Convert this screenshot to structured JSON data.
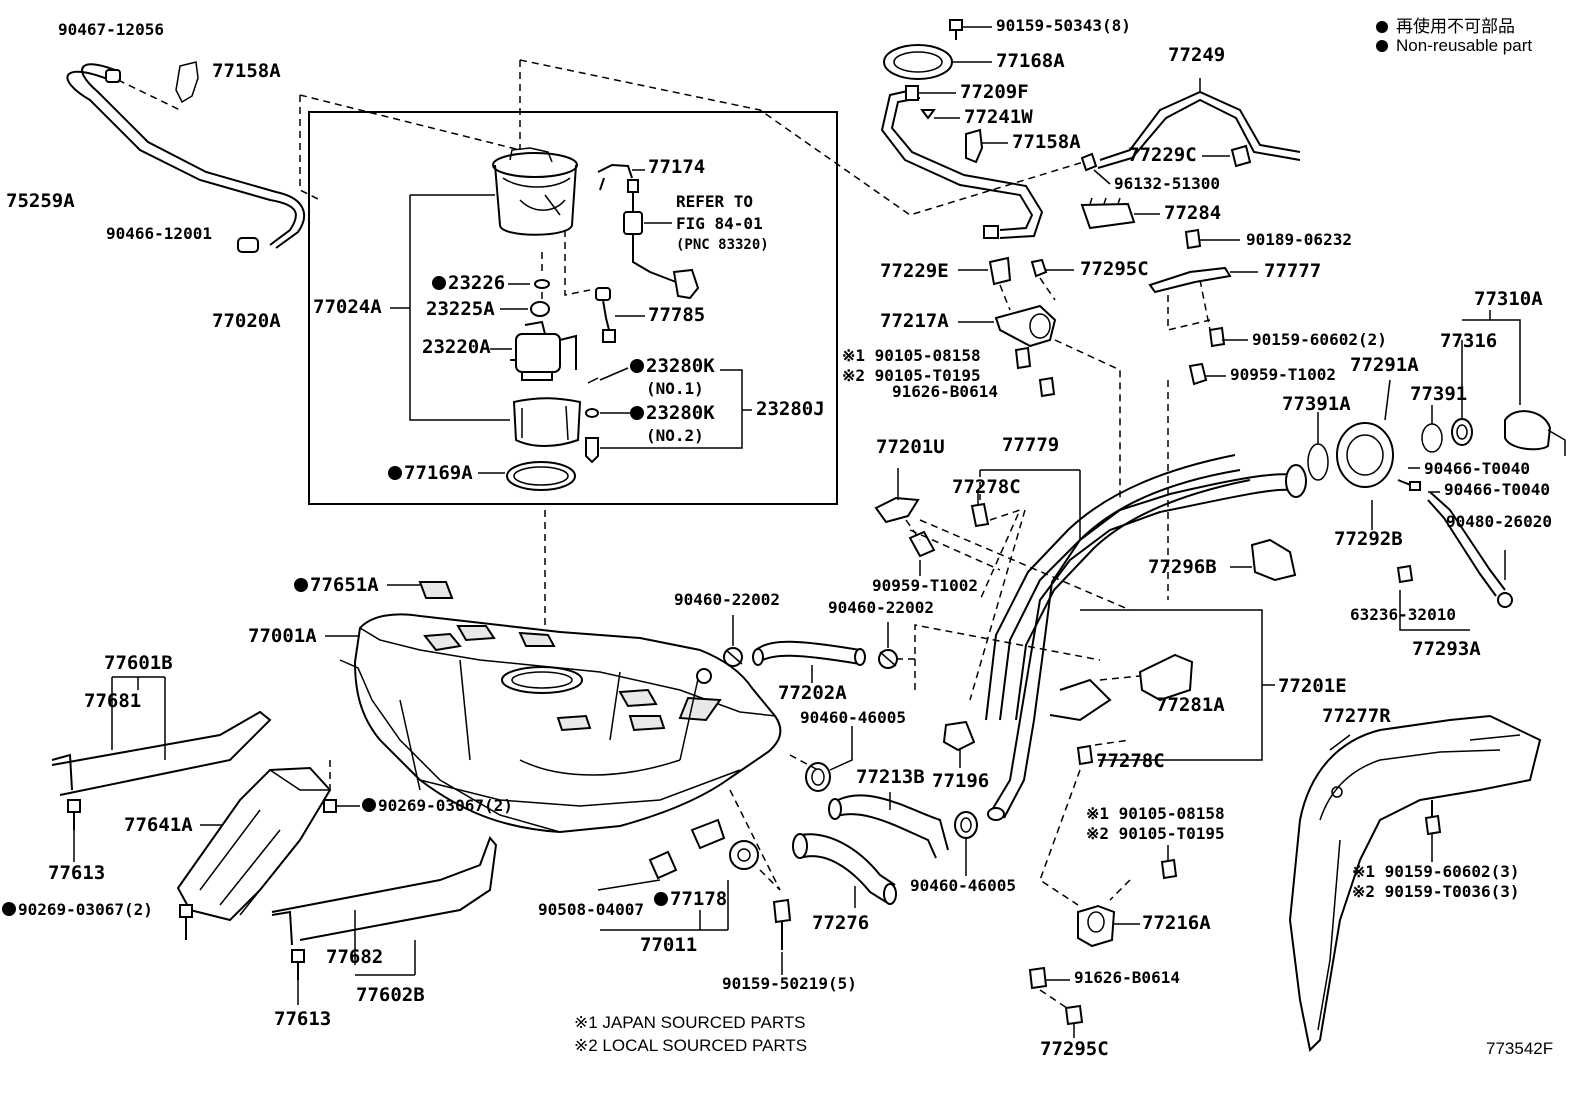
{
  "legend": {
    "jp": "再使用不可部品",
    "en": "Non-reusable part"
  },
  "footnotes": {
    "j1": "※1 JAPAN SOURCED PARTS",
    "j2": "※2 LOCAL SOURCED PARTS"
  },
  "figure_id": "773542F",
  "refer": {
    "line1": "REFER TO",
    "line2": "FIG 84-01",
    "line3": "(PNC 83320)"
  },
  "labels": {
    "p9046712056": "90467-12056",
    "p77158A_1": "77158A",
    "p75259A": "75259A",
    "p9046612001": "90466-12001",
    "p77020A": "77020A",
    "p77024A": "77024A",
    "p77174": "77174",
    "p23226": "23226",
    "p23225A": "23225A",
    "p23220A": "23220A",
    "p77785": "77785",
    "p23280K_1": "23280K",
    "p23280K_1n": "(NO.1)",
    "p23280K_2": "23280K",
    "p23280K_2n": "(NO.2)",
    "p23280J": "23280J",
    "p77169A": "77169A",
    "p9015950343": "90159-50343(8)",
    "p77168A": "77168A",
    "p77209F": "77209F",
    "p77241W": "77241W",
    "p77158A_2": "77158A",
    "p77249": "77249",
    "p77229C": "77229C",
    "p9613251300": "96132-51300",
    "p77284": "77284",
    "p9018906232": "90189-06232",
    "p77229E": "77229E",
    "p77295C_1": "77295C",
    "p77777": "77777",
    "p77217A": "77217A",
    "p9010508158_1": "※1 90105-08158",
    "p90105T0195_1": "※2 90105-T0195",
    "p91626B0614_1": "91626-B0614",
    "p9015960602": "90159-60602(2)",
    "p90959T1002_1": "90959-T1002",
    "p77310A": "77310A",
    "p77316": "77316",
    "p77291A": "77291A",
    "p77391": "77391",
    "p77391A": "77391A",
    "p90466T0040_1": "90466-T0040",
    "p90466T0040_2": "90466-T0040",
    "p77292B": "77292B",
    "p9048026020": "90480-26020",
    "p6323632010": "63236-32010",
    "p77293A": "77293A",
    "p77201U": "77201U",
    "p77779": "77779",
    "p77278C_1": "77278C",
    "p90959T1002_2": "90959-T1002",
    "p77296B": "77296B",
    "p77651A": "77651A",
    "p77001A": "77001A",
    "p9046022002_1": "90460-22002",
    "p9046022002_2": "90460-22002",
    "p77202A": "77202A",
    "p77281A": "77281A",
    "p77201E": "77201E",
    "p77601B": "77601B",
    "p77681": "77681",
    "p9046046005_1": "90460-46005",
    "p77196": "77196",
    "p77278C_2": "77278C",
    "p77277R": "77277R",
    "p77213B": "77213B",
    "p77641A": "77641A",
    "p9026903067_1": "90269-03067(2)",
    "p77613_1": "77613",
    "p9026903067_2": "90269-03067(2)",
    "p9010508158_2": "※1 90105-08158",
    "p90105T0195_2": "※2 90105-T0195",
    "p9015960602_3": "※1 90159-60602(3)",
    "p90159T0036_3": "※2 90159-T0036(3)",
    "p9046046005_2": "90460-46005",
    "p77216A": "77216A",
    "p9050804007": "90508-04007",
    "p77178": "77178",
    "p77276": "77276",
    "p91626B0614_2": "91626-B0614",
    "p77682": "77682",
    "p77011": "77011",
    "p77613_2": "77613",
    "p77602B": "77602B",
    "p9015950219": "90159-50219(5)",
    "p77295C_2": "77295C"
  }
}
